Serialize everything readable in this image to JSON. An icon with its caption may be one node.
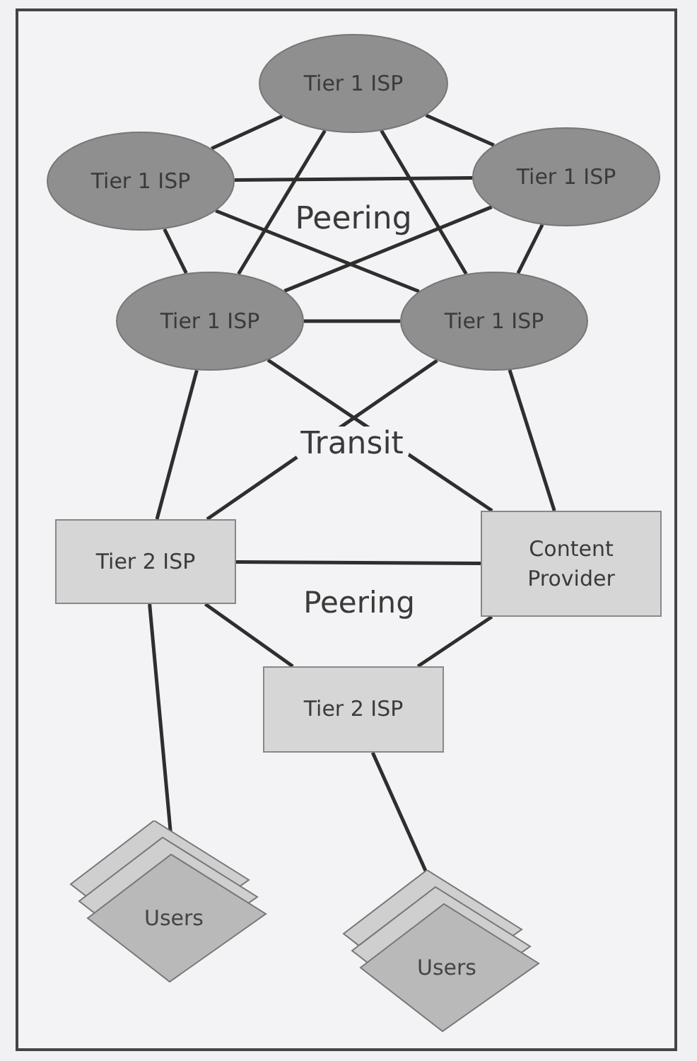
{
  "diagram": {
    "nodes": [
      {
        "text": [
          "Tier 1 ISP"
        ]
      },
      {
        "text": [
          "Tier 1 ISP"
        ]
      },
      {
        "text": [
          "Tier 1 ISP"
        ]
      },
      {
        "text": [
          "Tier 1 ISP"
        ]
      },
      {
        "text": [
          "Tier 1 ISP"
        ]
      },
      {
        "text": [
          "Tier 2 ISP"
        ]
      },
      {
        "text": [
          "Content Provider"
        ]
      },
      {
        "text": [
          "Tier 2 ISP"
        ]
      },
      {
        "text": [
          "Users"
        ]
      },
      {
        "text": [
          "Users"
        ]
      }
    ],
    "edges": [
      {
        "from": 0,
        "to": 1,
        "arrow": "none"
      },
      {
        "from": 0,
        "to": 2,
        "arrow": "none"
      },
      {
        "from": 0,
        "to": 3,
        "arrow": "none"
      },
      {
        "from": 0,
        "to": 4,
        "arrow": "none"
      },
      {
        "from": 1,
        "to": 2,
        "arrow": "none"
      },
      {
        "from": 1,
        "to": 3,
        "arrow": "none"
      },
      {
        "from": 1,
        "to": 4,
        "arrow": "none"
      },
      {
        "from": 2,
        "to": 3,
        "arrow": "none"
      },
      {
        "from": 2,
        "to": 4,
        "arrow": "none"
      },
      {
        "from": 3,
        "to": 4,
        "arrow": "none"
      },
      {
        "from": 3,
        "to": 5,
        "arrow": "none"
      },
      {
        "from": 3,
        "to": 6,
        "arrow": "none"
      },
      {
        "from": 4,
        "to": 5,
        "arrow": "none"
      },
      {
        "from": 4,
        "to": 6,
        "arrow": "none"
      },
      {
        "from": 5,
        "to": 6,
        "arrow": "none"
      },
      {
        "from": 5,
        "to": 7,
        "arrow": "none"
      },
      {
        "from": 6,
        "to": 7,
        "arrow": "none"
      },
      {
        "from": 5,
        "to": 8,
        "arrow": "none"
      },
      {
        "from": 7,
        "to": 9,
        "arrow": "none"
      }
    ],
    "labels": [
      "Peering",
      "Transit",
      "Peering"
    ]
  }
}
